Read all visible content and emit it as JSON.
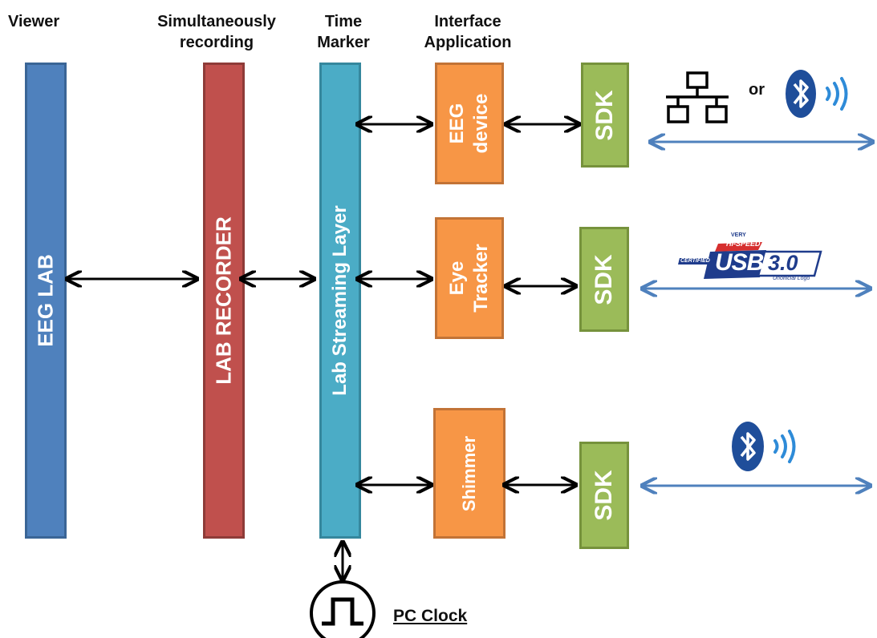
{
  "headers": {
    "viewer": "Viewer",
    "recording_1": "Simultaneously",
    "recording_2": "recording",
    "marker_1": "Time",
    "marker_2": "Marker",
    "interface_1": "Interface",
    "interface_2": "Application"
  },
  "bars": {
    "eeg_lab": "EEG LAB",
    "lab_recorder": "LAB RECORDER",
    "lsl": "Lab Streaming Layer"
  },
  "devices": {
    "eeg_1": "EEG",
    "eeg_2": "device",
    "eye_1": "Eye",
    "eye_2": "Tracker",
    "shimmer": "Shimmer"
  },
  "sdk": {
    "label": "SDK"
  },
  "connections": {
    "or": "or",
    "usb_very": "VERY",
    "usb_hispeed": "HI-SPEED",
    "usb_certified": "CERTIFIED",
    "usb_main": "USB",
    "usb_ver": "3.0",
    "usb_note": "Unofficial Logo"
  },
  "clock": {
    "label": "PC Clock"
  },
  "colors": {
    "eeg_lab": "#4F81BD",
    "lab_recorder": "#C0504D",
    "lsl": "#4BACC6",
    "device": "#F79646",
    "sdk": "#9BBB59",
    "link_arrow": "#4F81BD",
    "bluetooth": "#1F4E9A"
  }
}
